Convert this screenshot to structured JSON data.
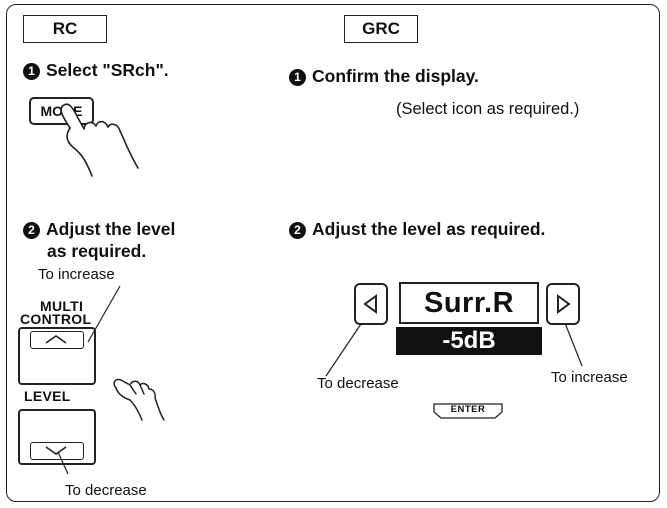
{
  "panels": {
    "left": {
      "tag": "RC",
      "step1": {
        "number": "1",
        "text": "Select \"SRch\".",
        "button": "MODE"
      },
      "step2": {
        "number": "2",
        "line1": "Adjust the level",
        "line2": "as required.",
        "increase_label": "To increase",
        "control_line1": "MULTI",
        "control_line2": "CONTROL",
        "level_label": "LEVEL",
        "decrease_label": "To decrease"
      }
    },
    "right": {
      "tag": "GRC",
      "step1": {
        "number": "1",
        "text": "Confirm the display.",
        "note": "(Select icon as required.)"
      },
      "step2": {
        "number": "2",
        "text": "Adjust the level as required.",
        "display_channel": "Surr.R",
        "display_level": "-5dB",
        "decrease_label": "To decrease",
        "increase_label": "To increase",
        "enter_key": "ENTER"
      }
    }
  },
  "icons": [
    "hand-pointer-icon",
    "hand-icon",
    "chevron-up-icon",
    "chevron-down-icon",
    "triangle-left-icon",
    "triangle-right-icon"
  ]
}
